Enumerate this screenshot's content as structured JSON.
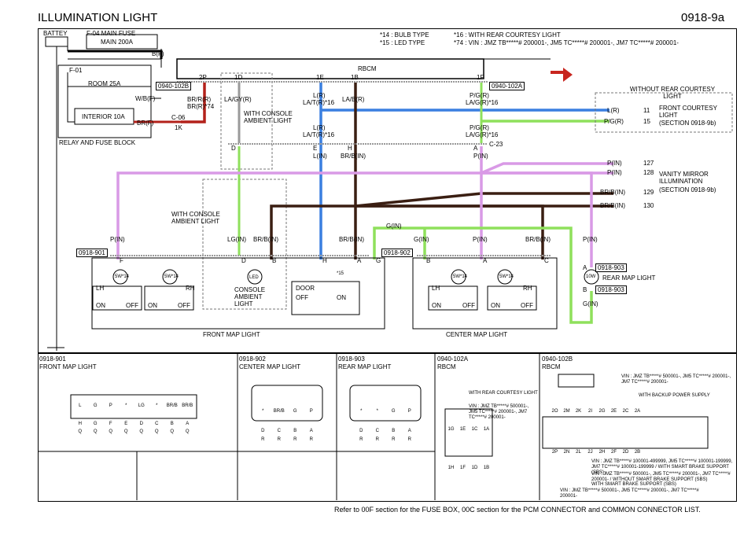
{
  "header": {
    "title": "ILLUMINATION LIGHT",
    "code": "0918-9a"
  },
  "notes": {
    "n14": "*14 : BULB TYPE",
    "n15": "*15 : LED TYPE",
    "n16": "*16 : WITH REAR COURTESY LIGHT",
    "n74": "*74 : VIN : JMZ TB*****# 200001-, JM5 TC*****# 200001-, JM7 TC*****# 200001-"
  },
  "power": {
    "battery": "BATTEY",
    "main_fuse_label": "F-04  MAIN FUSE",
    "main_fuse": "MAIN 200A",
    "bf": "B(F)",
    "f01": "F-01",
    "room": "ROOM 25A",
    "wbf": "W/B(F)",
    "interior": "INTERIOR 10A",
    "brf": "BR(F)",
    "c06": "C-06",
    "c06_pin": "1K",
    "block": "RELAY AND FUSE BLOCK"
  },
  "rbcm": {
    "name": "RBCM",
    "conn_left": "0940-102B",
    "conn_right": "0940-102A",
    "pin_2p": "2P",
    "pin_1d": "1D",
    "pin_1e": "1E",
    "pin_1b": "1B",
    "pin_1f": "1F",
    "w_2p": "BR/R(R)",
    "w_2p_b": "BR(R)*74",
    "w_1d": "LA/GY(R)",
    "w_1e": "L(R)",
    "w_1e_b": "LA/T(R)*16",
    "w_1b": "LA/B(R)",
    "w_1f": "P/G(R)",
    "w_1f_b": "LA/G(R)*16",
    "ambient": "WITH CONSOLE AMBIENT LIGHT",
    "mid_1e": "L(R)",
    "mid_1e_b": "LA/T(R)*16",
    "mid_1f": "P/G(R)",
    "mid_1f_b": "LA/G(R)*16",
    "c23": "C-23",
    "pin_d": "D",
    "pin_e": "E",
    "pin_h": "H",
    "pin_a": "A",
    "in_e": "L(IN)",
    "in_h": "BR/B(IN)",
    "in_a": "P(IN)"
  },
  "right_side": {
    "without_rear": "WITHOUT REAR COURTESY LIGHT",
    "lr": "L(R)",
    "pgr": "P/G(R)",
    "front_courtesy": "FRONT COURTESY LIGHT",
    "front_courtesy_ref": "(SECTION 0918-9b)",
    "refs": [
      "11",
      "15",
      "127",
      "128",
      "129",
      "130"
    ],
    "pin1": "P(IN)",
    "pin2": "P(IN)",
    "brbin1": "BR/B(IN)",
    "brbin2": "BR/B(IN)",
    "vanity": "VANITY MIRROR ILLUMINATION",
    "vanity_ref": "(SECTION 0918-9b)"
  },
  "front_map": {
    "conn": "0918-901",
    "ambient": "WITH CONSOLE AMBIENT LIGHT",
    "pin_in": "P(IN)",
    "lg_in": "LG(IN)",
    "brb_in": "BR/B(IN)",
    "brb_in2": "BR/B(IN)",
    "pins": [
      "F",
      "D",
      "B",
      "H",
      "A",
      "G"
    ],
    "lh": "LH",
    "rh": "RH",
    "on": "ON",
    "off": "OFF",
    "bulb": "5W*14",
    "led": "LED",
    "console": "CONSOLE AMBIENT LIGHT",
    "door": "DOOR",
    "led_note": "*15",
    "name": "FRONT MAP LIGHT"
  },
  "center_map": {
    "conn": "0918-902",
    "g_in": "G(IN)",
    "g_in2": "G(IN)",
    "p_in": "P(IN)",
    "brb_in": "BR/B(IN)",
    "pins": [
      "B",
      "A",
      "C"
    ],
    "lh": "LH",
    "rh": "RH",
    "on": "ON",
    "off": "OFF",
    "bulb": "5W*14",
    "name": "CENTER MAP LIGHT"
  },
  "rear_map": {
    "p_in": "P(IN)",
    "pin_a": "A",
    "pin_b": "B",
    "conn": "0918-903",
    "conn2": "0918-903",
    "bulb": "10W",
    "name": "REAR MAP LIGHT",
    "g_in": "G(IN)"
  },
  "connectors": {
    "c901": {
      "code": "0918-901",
      "name": "FRONT MAP LIGHT",
      "cells": [
        "L",
        "G",
        "P",
        "*",
        "LG",
        "*",
        "BR/B",
        "BR/B"
      ],
      "letters": [
        "H",
        "G",
        "F",
        "E",
        "D",
        "C",
        "B",
        "A"
      ],
      "q": [
        "Q",
        "Q",
        "Q",
        "Q",
        "Q",
        "Q",
        "Q",
        "Q"
      ]
    },
    "c902": {
      "code": "0918-902",
      "name": "CENTER MAP LIGHT",
      "cells": [
        "*",
        "BR/B",
        "G",
        "P"
      ],
      "letters": [
        "D",
        "C",
        "B",
        "A"
      ],
      "r": [
        "R",
        "R",
        "R",
        "R"
      ]
    },
    "c903": {
      "code": "0918-903",
      "name": "REAR MAP LIGHT",
      "cells": [
        "*",
        "*",
        "G",
        "P"
      ],
      "letters": [
        "D",
        "C",
        "B",
        "A"
      ],
      "r": [
        "R",
        "R",
        "R",
        "R"
      ]
    },
    "c102a": {
      "code": "0940-102A",
      "name": "RBCM",
      "note1": "WITH REAR COURTESY LIGHT",
      "note2": "VIN : JMZ TB*****# 500001-, JM5 TC*****# 200001-, JM7 TC*****# 200001-",
      "top": [
        "1G",
        "1E",
        "1C",
        "1A"
      ],
      "bot": [
        "1H",
        "1F",
        "1D",
        "1B"
      ]
    },
    "c102b": {
      "code": "0940-102B",
      "name": "RBCM",
      "note1": "VIN : JMZ TB*****# 500001-, JM5 TC*****# 200001-, JM7 TC*****# 200001-",
      "note2": "WITH BACKUP POWER SUPPLY",
      "note3": "VIN : JMZ TB*****# 100001-499999, JM5 TC*****# 100001-199999, JM7 TC*****# 100001-199999 / WITH SMART BRAKE SUPPORT (SBS)",
      "note4": "VIN : JMZ TB*****# 500001-, JM5 TC*****# 200001-, JM7 TC*****# 200001- / WITHOUT SMART BRAKE SUPPORT (SBS)",
      "note5": "WITH SMART BRAKE SUPPORT (SBS)",
      "note6": "VIN : JMZ TB*****# 500001-, JM5 TC*****# 200001-, JM7 TC*****# 200001-",
      "top_row": [
        "2O",
        "2M",
        "2K",
        "2I",
        "2G",
        "2E",
        "2C",
        "2A"
      ],
      "bot_row": [
        "2P",
        "2N",
        "2L",
        "2J",
        "2H",
        "2F",
        "2D",
        "2B"
      ]
    }
  },
  "footer": "Refer to 00F section for the FUSE BOX, 00C section for the PCM CONNECTOR and COMMON CONNECTOR LIST.",
  "colors": {
    "red": "#b3211a",
    "blue": "#3a7fe0",
    "green": "#8fe05c",
    "pink": "#d99ae6",
    "brown": "#3a1e12",
    "gray": "#9a9a9a"
  }
}
